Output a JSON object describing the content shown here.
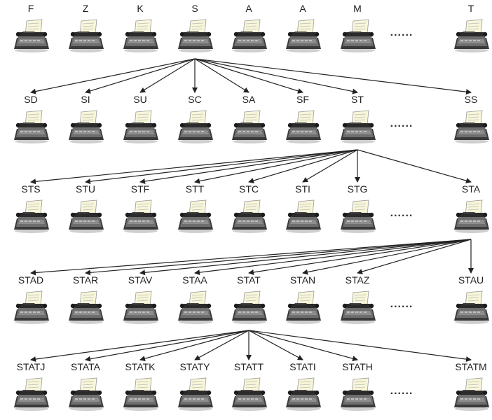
{
  "icon": "typewriter-icon",
  "colors": {
    "arrow": "#222222",
    "machine_body": "#6e6e6e",
    "machine_dark": "#3a3a3a",
    "paper": "#f8f6d8"
  },
  "levels": [
    {
      "labels": [
        "F",
        "Z",
        "K",
        "S",
        "A",
        "A",
        "M"
      ],
      "ellipsis": "......",
      "last": "T",
      "parent": null
    },
    {
      "labels": [
        "SD",
        "SI",
        "SU",
        "SC",
        "SA",
        "SF",
        "ST"
      ],
      "ellipsis": "......",
      "last": "SS",
      "parent": 3
    },
    {
      "labels": [
        "STS",
        "STU",
        "STF",
        "STT",
        "STC",
        "STI",
        "STG"
      ],
      "ellipsis": "......",
      "last": "STA",
      "parent": 6
    },
    {
      "labels": [
        "STAD",
        "STAR",
        "STAV",
        "STAA",
        "STAT",
        "STAN",
        "STAZ"
      ],
      "ellipsis": "......",
      "last": "STAU",
      "parent": 7
    },
    {
      "labels": [
        "STATJ",
        "STATA",
        "STATK",
        "STATY",
        "STATT",
        "STATI",
        "STATH"
      ],
      "ellipsis": "......",
      "last": "STATM",
      "parent": 4
    }
  ]
}
